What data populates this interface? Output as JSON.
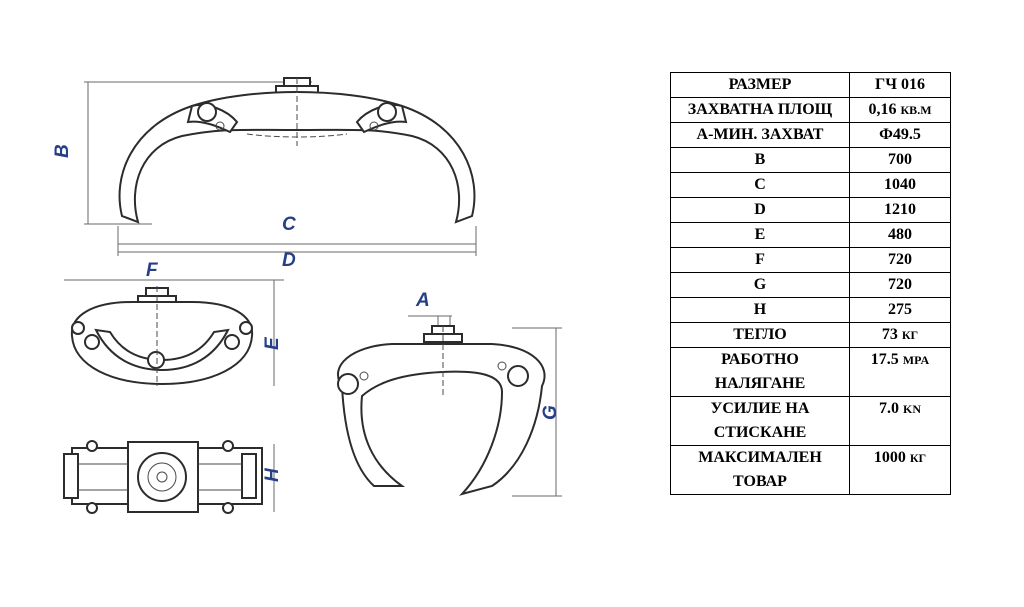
{
  "dimension_letters": {
    "a": "A",
    "b": "B",
    "c": "C",
    "d": "D",
    "e": "E",
    "f": "F",
    "g": "G",
    "h": "H"
  },
  "spec_table": {
    "rows": [
      {
        "label": "РАЗМЕР",
        "value": "ГЧ 016",
        "unit": ""
      },
      {
        "label": "ЗАХВАТНА ПЛОЩ",
        "value": "0,16",
        "unit": "КВ.М"
      },
      {
        "label": "А-МИН. ЗАХВАТ",
        "value": "Ф49.5",
        "unit": ""
      },
      {
        "label": "B",
        "value": "700",
        "unit": ""
      },
      {
        "label": "C",
        "value": "1040",
        "unit": ""
      },
      {
        "label": "D",
        "value": "1210",
        "unit": ""
      },
      {
        "label": "E",
        "value": "480",
        "unit": ""
      },
      {
        "label": "F",
        "value": "720",
        "unit": ""
      },
      {
        "label": "G",
        "value": "720",
        "unit": ""
      },
      {
        "label": "H",
        "value": "275",
        "unit": ""
      },
      {
        "label": "ТЕГЛО",
        "value": "73",
        "unit": "КГ"
      },
      {
        "label": "РАБОТНО НАЛЯГАНЕ",
        "value": "17.5",
        "unit": "MPA"
      },
      {
        "label": "УСИЛИЕ НА СТИСКАНЕ",
        "value": "7.0",
        "unit": "KN"
      },
      {
        "label": "МАКСИМАЛЕН ТОВАР",
        "value": "1000",
        "unit": "КГ"
      }
    ]
  }
}
